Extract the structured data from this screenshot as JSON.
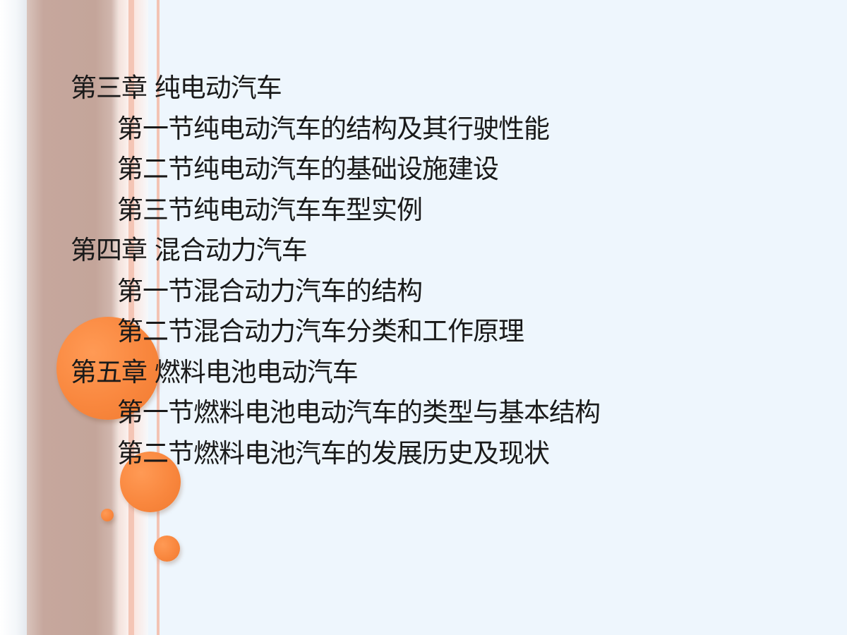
{
  "outline": [
    {
      "level": "chapter",
      "text": "第三章 纯电动汽车"
    },
    {
      "level": "section",
      "text": "第一节纯电动汽车的结构及其行驶性能"
    },
    {
      "level": "section",
      "text": "第二节纯电动汽车的基础设施建设"
    },
    {
      "level": "section",
      "text": "第三节纯电动汽车车型实例"
    },
    {
      "level": "chapter",
      "text": "第四章 混合动力汽车"
    },
    {
      "level": "section",
      "text": "第一节混合动力汽车的结构"
    },
    {
      "level": "section",
      "text": "第二节混合动力汽车分类和工作原理"
    },
    {
      "level": "chapter",
      "text": "第五章 燃料电池电动汽车"
    },
    {
      "level": "section",
      "text": "第一节燃料电池电动汽车的类型与基本结构"
    },
    {
      "level": "section",
      "text": "第二节燃料电池汽车的发展历史及现状"
    }
  ],
  "colors": {
    "background": "#eef6fd",
    "stripe": "#c4a59a",
    "accent_orange": "#f9873e",
    "accent_pink": "#f4c5b5",
    "text": "#1a1a1a"
  }
}
